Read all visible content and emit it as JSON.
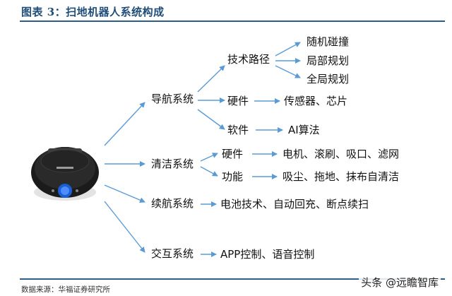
{
  "figure_title": "图表 3：扫地机器人系统构成",
  "source": "数据来源：华福证券研究所",
  "watermark": "头条 @远瞻智库",
  "robot_image": {
    "icon": "robot-vacuum-icon",
    "body_color": "#1b1b1b",
    "accent_color": "#1a5fd6"
  },
  "arrow_color": "#5b9bd5",
  "nodes": {
    "nav": "导航系统",
    "tech_path": "技术路径",
    "random_collision": "随机碰撞",
    "local_plan": "局部规划",
    "global_plan": "全局规划",
    "nav_hw": "硬件",
    "sensors_chips": "传感器、芯片",
    "nav_sw": "软件",
    "ai_algo": "AI算法",
    "clean": "清洁系统",
    "clean_hw": "硬件",
    "clean_hw_items": "电机、滚刷、吸口、滤网",
    "clean_func": "功能",
    "clean_func_items": "吸尘、拖地、抹布自清洁",
    "endurance": "续航系统",
    "endurance_items": "电池技术、自动回充、断点续扫",
    "interaction": "交互系统",
    "interaction_items": "APP控制、语音控制"
  }
}
